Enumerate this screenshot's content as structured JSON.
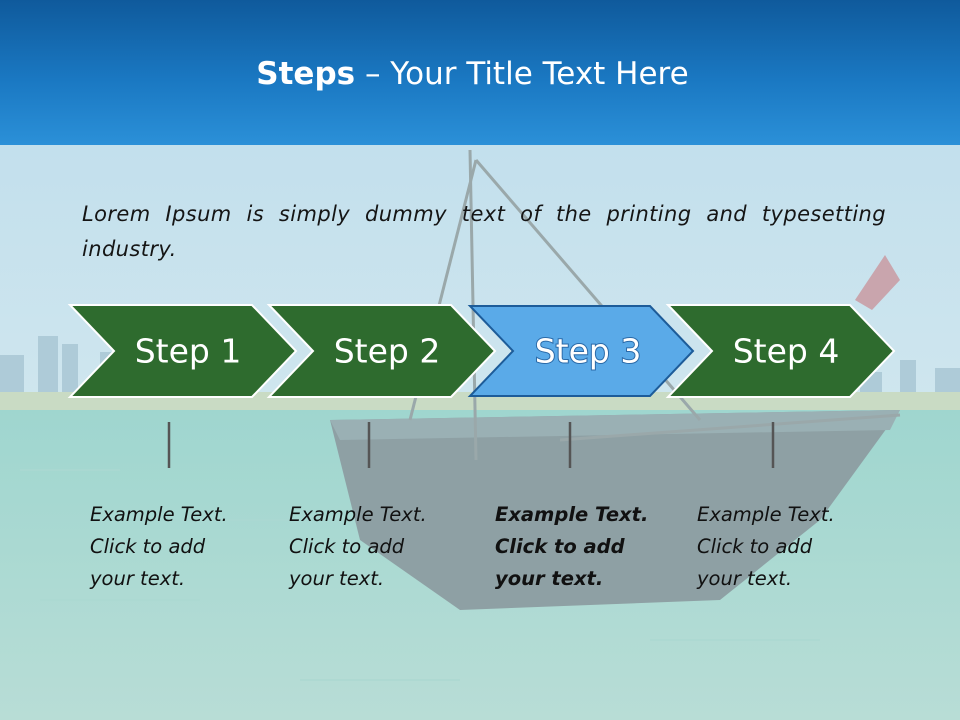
{
  "slide": {
    "title_bold": "Steps",
    "title_rest": " – Your Title Text Here",
    "intro": "Lorem Ipsum is simply dummy text of the printing and typesetting industry.",
    "steps": [
      {
        "label": "Step 1",
        "active": false,
        "text": "Example Text.\nClick  to add\nyour text."
      },
      {
        "label": "Step 2",
        "active": false,
        "text": "Example Text.\nClick  to add\nyour text."
      },
      {
        "label": "Step 3",
        "active": true,
        "text": "Example Text.\nClick  to add\nyour text."
      },
      {
        "label": "Step 4",
        "active": false,
        "text": "Example Text.\nClick  to add\nyour text."
      }
    ]
  },
  "colors": {
    "header": "#1a78c2",
    "step_green": "#2e6b2e",
    "step_blue": "#5aaae8",
    "connector": "#555555"
  }
}
